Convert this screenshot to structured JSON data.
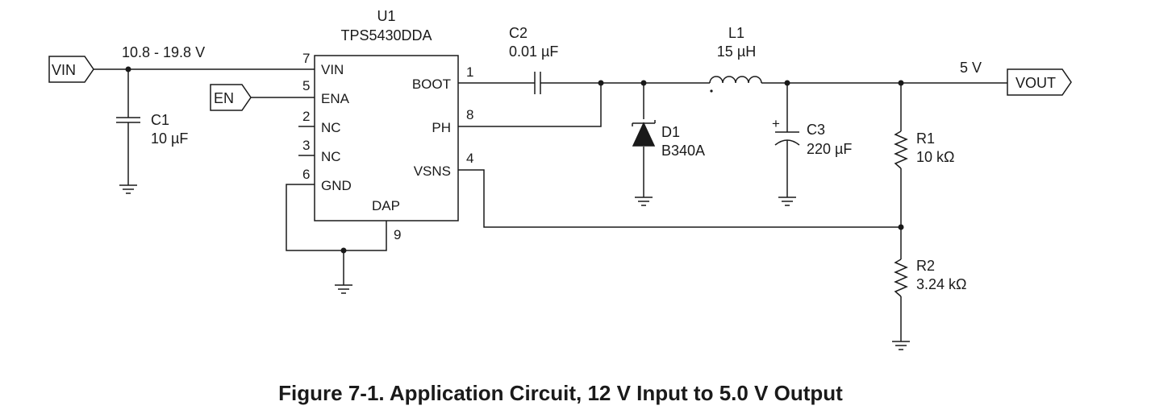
{
  "caption": "Figure 7-1. Application Circuit, 12 V Input to 5.0 V Output",
  "ic": {
    "ref": "U1",
    "part": "TPS5430DDA",
    "dap_label": "DAP",
    "pins_left": [
      {
        "num": "7",
        "name": "VIN"
      },
      {
        "num": "5",
        "name": "ENA"
      },
      {
        "num": "2",
        "name": "NC"
      },
      {
        "num": "3",
        "name": "NC"
      },
      {
        "num": "6",
        "name": "GND"
      }
    ],
    "pins_right": [
      {
        "num": "1",
        "name": "BOOT"
      },
      {
        "num": "8",
        "name": "PH"
      },
      {
        "num": "4",
        "name": "VSNS"
      }
    ],
    "pin_bottom": {
      "num": "9"
    }
  },
  "ports": {
    "vin": "VIN",
    "en": "EN",
    "vout": "VOUT"
  },
  "nets": {
    "input_range": "10.8 - 19.8 V",
    "output": "5 V"
  },
  "components": {
    "c1": {
      "ref": "C1",
      "value": "10 µF"
    },
    "c2": {
      "ref": "C2",
      "value": "0.01 µF"
    },
    "l1": {
      "ref": "L1",
      "value": "15 µH"
    },
    "d1": {
      "ref": "D1",
      "value": "B340A"
    },
    "c3": {
      "ref": "C3",
      "value": "220 µF",
      "polarity": "+"
    },
    "r1": {
      "ref": "R1",
      "value": "10 kΩ"
    },
    "r2": {
      "ref": "R2",
      "value": "3.24 kΩ"
    }
  }
}
